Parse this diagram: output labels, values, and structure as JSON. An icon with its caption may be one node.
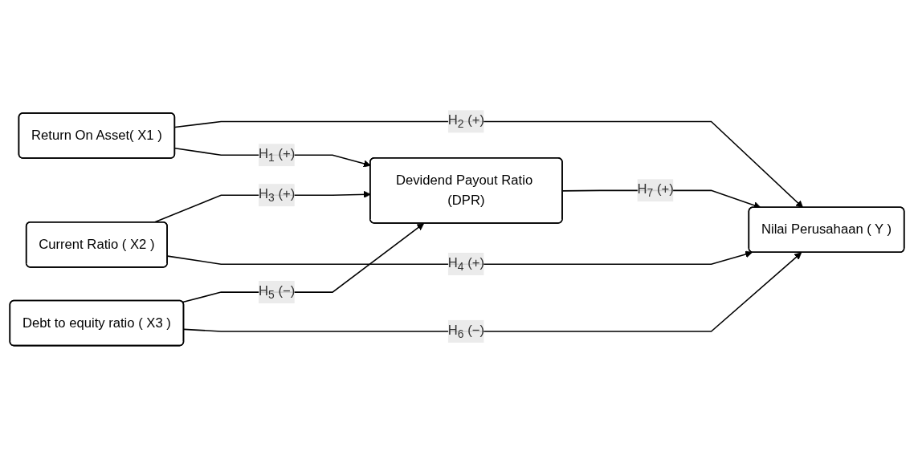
{
  "diagram": {
    "nodes": [
      {
        "text": [
          "Return On Asset( X1 )"
        ]
      },
      {
        "text": [
          "Current Ratio ( X2 )"
        ]
      },
      {
        "text": [
          "Devidend Payout Ratio (DPR)"
        ]
      },
      {
        "text": [
          "Nilai Perusahaan ( Y )"
        ]
      },
      {
        "text": [
          "Debt to equity ratio ( X3 )"
        ]
      }
    ],
    "edges": [
      {
        "from": 0,
        "to": 3,
        "arrow": "to",
        "label": "H$_{2}$ (+)"
      },
      {
        "from": 0,
        "to": 2,
        "arrow": "to",
        "label": "H$_{1}$ (+)"
      },
      {
        "from": 1,
        "to": 2,
        "arrow": "to",
        "label": "H$_{3}$ (+)"
      },
      {
        "from": 2,
        "to": 3,
        "arrow": "to",
        "label": "H$_{7}$ (+)"
      },
      {
        "from": 4,
        "to": 2,
        "arrow": "to",
        "label": "H$_{5}$ (−)"
      },
      {
        "from": 4,
        "to": 3,
        "arrow": "to",
        "label": "H$_{6}$ (−)"
      },
      {
        "from": 1,
        "to": 3,
        "arrow": "to",
        "label": "H$_{4}$ (+)"
      }
    ]
  }
}
